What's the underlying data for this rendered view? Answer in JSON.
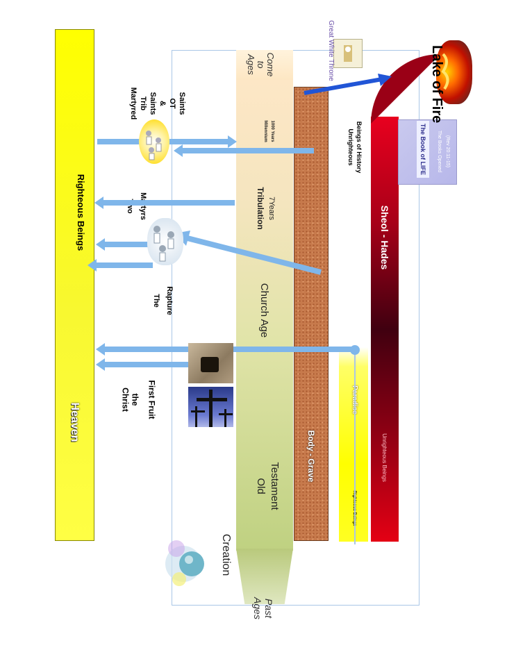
{
  "labels": {
    "heaven": "Heaven",
    "righteous_beings": "Righteous Beings",
    "christ_first_fruit": [
      "Christ",
      "the",
      "First Fruit"
    ],
    "the_rapture": [
      "The",
      "Rapture"
    ],
    "two_martyrs": [
      "Two",
      "Martyrs"
    ],
    "martyred_saints": [
      "Martyred",
      "Trib",
      "Saints",
      "&",
      "OT",
      "Saints"
    ],
    "creation": "Creation",
    "ages_past": [
      "Ages",
      "Past"
    ],
    "old_testament": [
      "Old",
      "Testament"
    ],
    "church_age": "Church Age",
    "tribulation": [
      "Tribulation",
      "7Years"
    ],
    "millennium": [
      "Millennium",
      "1000 Years"
    ],
    "ages_to_come": [
      "Ages",
      "to",
      "Come"
    ],
    "great_white_throne": "Great White Throne",
    "body_grave": "Body - Grave",
    "paradise": "Paradise",
    "righteous_beings_small": "Righteous Beings",
    "unrighteous_beings": [
      "Unrighteous",
      "Beings of History"
    ],
    "sheol_hades": "Sheol - Hades",
    "unrighteous_beings_small": "Unrighteous Beings",
    "lake_of_fire": "Lake of Fire",
    "book_title": "The Book of LIFE",
    "books_opened": [
      "The Books Opened",
      "(Rev 20:11-15)"
    ]
  },
  "colors": {
    "heaven": "#ffff00",
    "arrow": "#7fb6ea",
    "grave": "#c77a4c",
    "sheol": "#a70018",
    "paradise": "#ffff00",
    "throne_arrow": "#2155d6"
  }
}
